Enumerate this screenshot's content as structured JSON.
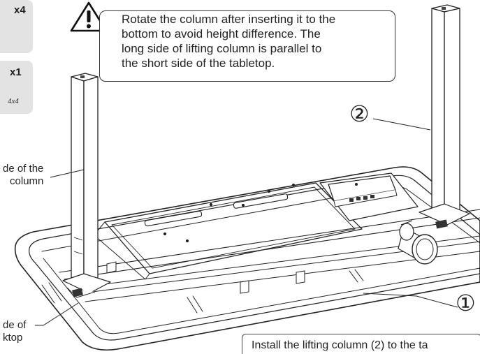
{
  "parts": [
    {
      "quantity": "x4"
    },
    {
      "quantity": "x1",
      "size_label": "4x4"
    }
  ],
  "warning_callout": {
    "icon": "warning-triangle-icon",
    "lines": [
      "Rotate the column after inserting it to the",
      "bottom to avoid height difference. The",
      "long side of lifting column is parallel to",
      "the short side of the tabletop."
    ]
  },
  "side_labels": {
    "column_long_side": [
      "de of the",
      "column"
    ],
    "tabletop_short_side": [
      "de of",
      "ktop"
    ]
  },
  "markers": {
    "marker_1": "①",
    "marker_2": "②"
  },
  "instruction_bottom": "Install the lifting column (2) to the ta"
}
